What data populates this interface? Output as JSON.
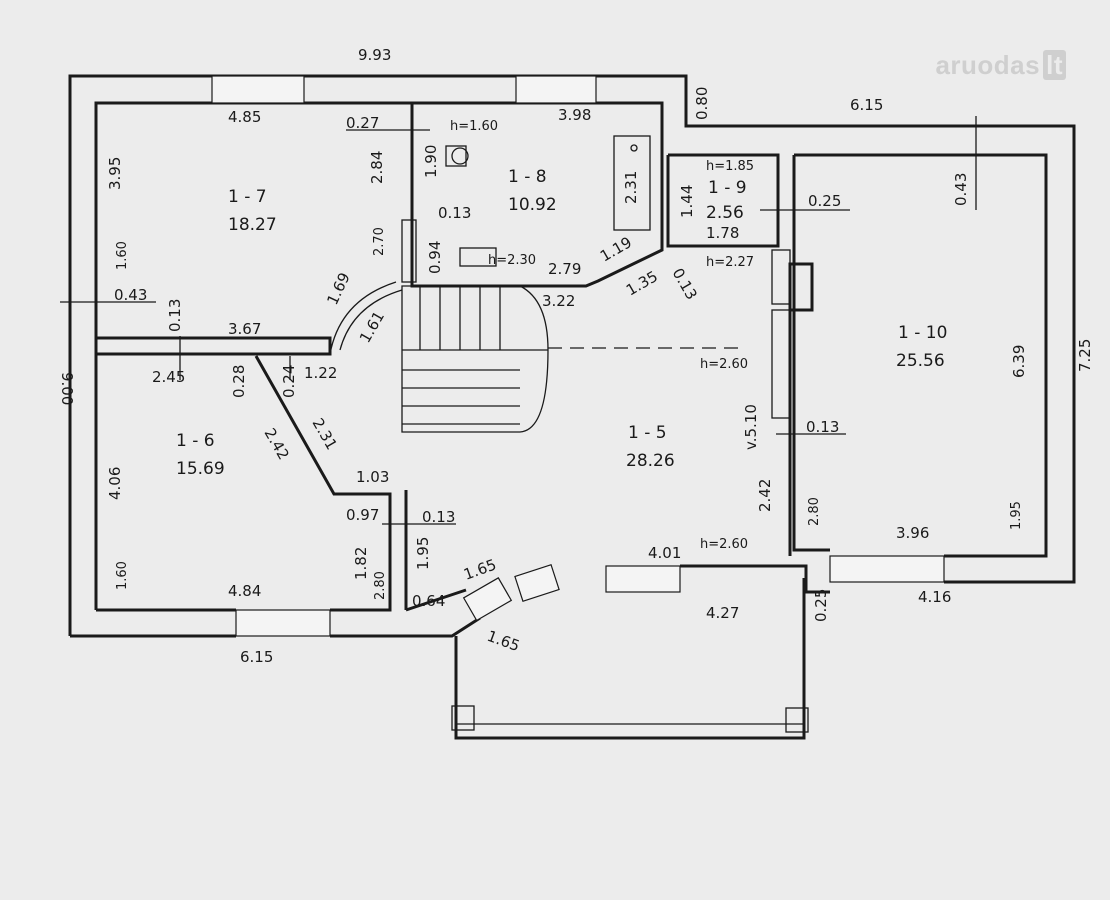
{
  "watermark": {
    "brand": "aruodas",
    "tld": "lt"
  },
  "rooms": [
    {
      "id": "1-7",
      "name": "1 - 7",
      "area": "18.27"
    },
    {
      "id": "1-8",
      "name": "1 - 8",
      "area": "10.92"
    },
    {
      "id": "1-9",
      "name": "1 - 9",
      "area": "2.56"
    },
    {
      "id": "1-10",
      "name": "1 - 10",
      "area": "25.56"
    },
    {
      "id": "1-6",
      "name": "1 - 6",
      "area": "15.69"
    },
    {
      "id": "1-5",
      "name": "1 - 5",
      "area": "28.26"
    }
  ],
  "dimensions": [
    "9.93",
    "0.80",
    "6.15",
    "4.85",
    "0.27",
    "3.98",
    "3.95",
    "2.84",
    "1.90",
    "2.31",
    "0.13",
    "1.44",
    "1.78",
    "0.25",
    "0.43",
    "0.94",
    "2.70",
    "2.79",
    "1.19",
    "3.22",
    "1.35",
    "0.13",
    "1.69",
    "1.61",
    "0.43",
    "0.13",
    "3.67",
    "9.00",
    "2.45",
    "0.28",
    "0.24",
    "1.22",
    "2.42",
    "2.31",
    "1.03",
    "0.97",
    "0.13",
    "1.95",
    "4.06",
    "1.82",
    "4.84",
    "0.64",
    "1.65",
    "1.65",
    "6.15",
    "v.5.10",
    "0.13",
    "2.42",
    "4.01",
    "4.27",
    "0.25",
    "3.96",
    "4.16",
    "2.80",
    "1.95",
    "6.39",
    "7.25",
    "1.60",
    "1.60",
    "2.80"
  ],
  "heights": [
    "h=1.60",
    "h=1.85",
    "h=2.30",
    "h=2.27",
    "h=2.60",
    "h=2.60",
    "h=1.60",
    "h=2.70",
    "h=1.60",
    "h=2.80",
    "h=2.80",
    "h=1.95"
  ]
}
